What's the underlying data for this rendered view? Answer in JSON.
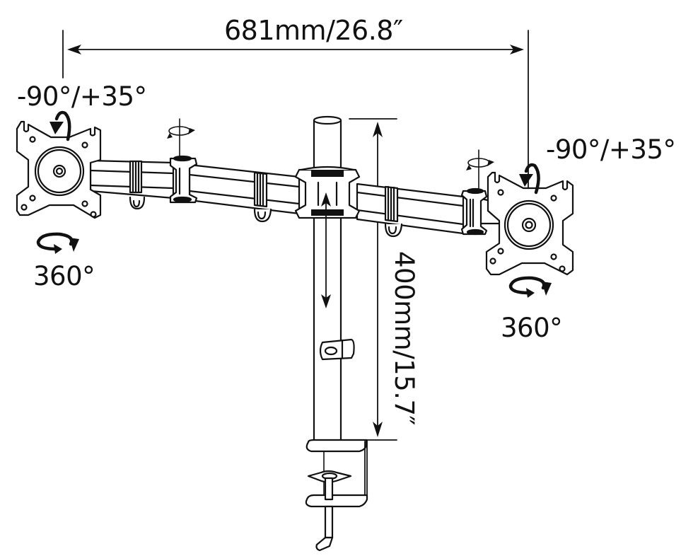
{
  "diagram": {
    "subject": "dual monitor desk mount with pole and C-clamp",
    "colors": {
      "line": "#111111",
      "background": "#ffffff"
    },
    "labels": {
      "total_width": "681mm/26.8″",
      "pole_height": "400mm/15.7″",
      "tilt_left": "-90°/+35°",
      "tilt_right": "-90°/+35°",
      "rotation_left": "360°",
      "rotation_right": "360°"
    },
    "components": [
      "left-vesa-plate",
      "right-vesa-plate",
      "left-arm",
      "right-arm",
      "elbow-swivel-left",
      "elbow-swivel-right",
      "center-hub",
      "pole",
      "cable-clip",
      "c-clamp",
      "clamp-screw-handle"
    ],
    "icons": [
      "width-dimension-arrow",
      "height-dimension-arrow",
      "tilt-arrow-icon",
      "rotation-arrow-icon",
      "swivel-arrow-icon",
      "height-adjust-arrow-icon"
    ]
  }
}
